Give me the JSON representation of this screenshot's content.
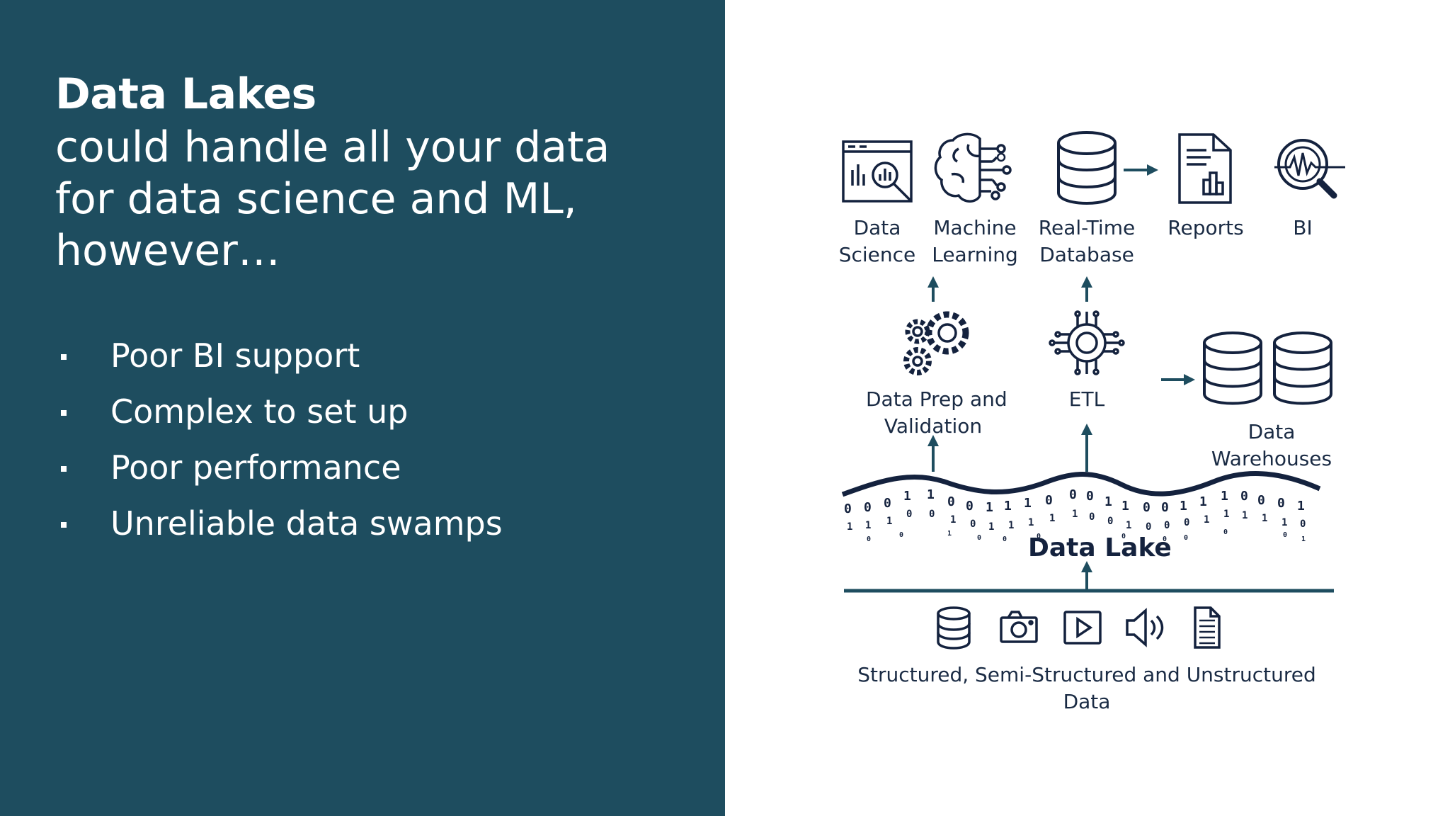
{
  "slide": {
    "title": "Data Lakes",
    "subtitle_lines": [
      "could handle all your data",
      "for data science and ML,",
      "however…"
    ],
    "bullets": [
      "Poor BI support",
      "Complex to set up",
      "Poor performance",
      "Unreliable data swamps"
    ]
  },
  "diagram": {
    "consumers": [
      {
        "lines": [
          "Data",
          "Science"
        ],
        "icon": "data-science-icon"
      },
      {
        "lines": [
          "Machine",
          "Learning"
        ],
        "icon": "brain-icon"
      },
      {
        "lines": [
          "Real-Time",
          "Database"
        ],
        "icon": "database-icon"
      },
      {
        "lines": [
          "Reports"
        ],
        "icon": "report-icon"
      },
      {
        "lines": [
          "BI"
        ],
        "icon": "bi-magnifier-icon"
      }
    ],
    "processing": [
      {
        "lines": [
          "Data Prep and",
          "Validation"
        ],
        "icon": "gears-icon"
      },
      {
        "lines": [
          "ETL"
        ],
        "icon": "etl-chip-icon"
      }
    ],
    "warehouses": {
      "lines": [
        "Data",
        "Warehouses"
      ],
      "icon": "database-icon"
    },
    "lake": {
      "label": "Data Lake"
    },
    "sources": {
      "icons": [
        "database-icon",
        "camera-icon",
        "video-icon",
        "audio-icon",
        "document-icon"
      ],
      "lines": [
        "Structured, Semi-Structured and Unstructured",
        "Data"
      ]
    },
    "colors": {
      "accent": "#1e4d5f",
      "ink": "#14223e",
      "panel": "#1e4d5f"
    }
  }
}
